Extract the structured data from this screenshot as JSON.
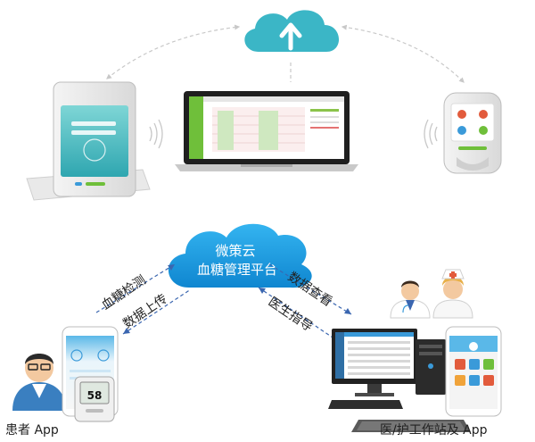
{
  "cloud_center": {
    "line1": "微策云",
    "line2": "血糖管理平台"
  },
  "left_arrow": {
    "upper": "血糖检测",
    "lower": "数据上传"
  },
  "right_arrow": {
    "upper": "数据查看",
    "lower": "医生指导"
  },
  "glucose_meter_reading": "58",
  "bottom_labels": {
    "patient": "患者 App",
    "hospital": "医/护工作站及 App"
  },
  "colors": {
    "cloud_blue": "#1aa0e6",
    "cloud_top": "#3bb6c6",
    "arrow_blue": "#3a66b0",
    "app_green": "#6fbf3a",
    "text_dark": "#222222"
  },
  "icons": [
    "upload-cloud-icon",
    "wifi-signal-icon",
    "doctor-avatar-icon",
    "nurse-avatar-icon",
    "patient-avatar-icon"
  ]
}
